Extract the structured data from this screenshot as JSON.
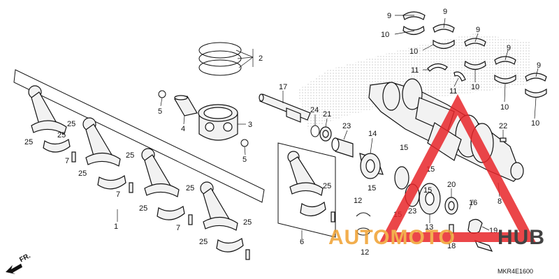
{
  "diagram": {
    "code": "MKR4E1600",
    "front_marker": "FR.",
    "watermark": {
      "part1": "AUTOMOTO",
      "part2": "HUB",
      "color_red": "#e8262a",
      "color_orange": "#f0a030",
      "color_dark": "#222222"
    },
    "callouts": [
      "9",
      "10",
      "9",
      "10",
      "9",
      "10",
      "9",
      "10",
      "9",
      "10",
      "11",
      "11",
      "2",
      "5",
      "4",
      "3",
      "5",
      "17",
      "24",
      "21",
      "23",
      "14",
      "15",
      "15",
      "15",
      "15",
      "15",
      "13",
      "23",
      "20",
      "16",
      "19",
      "18",
      "22",
      "8",
      "12",
      "12",
      "6",
      "25",
      "25",
      "25",
      "7",
      "1",
      "25",
      "7",
      "25",
      "25",
      "7",
      "25",
      "25",
      "25",
      "25"
    ]
  }
}
